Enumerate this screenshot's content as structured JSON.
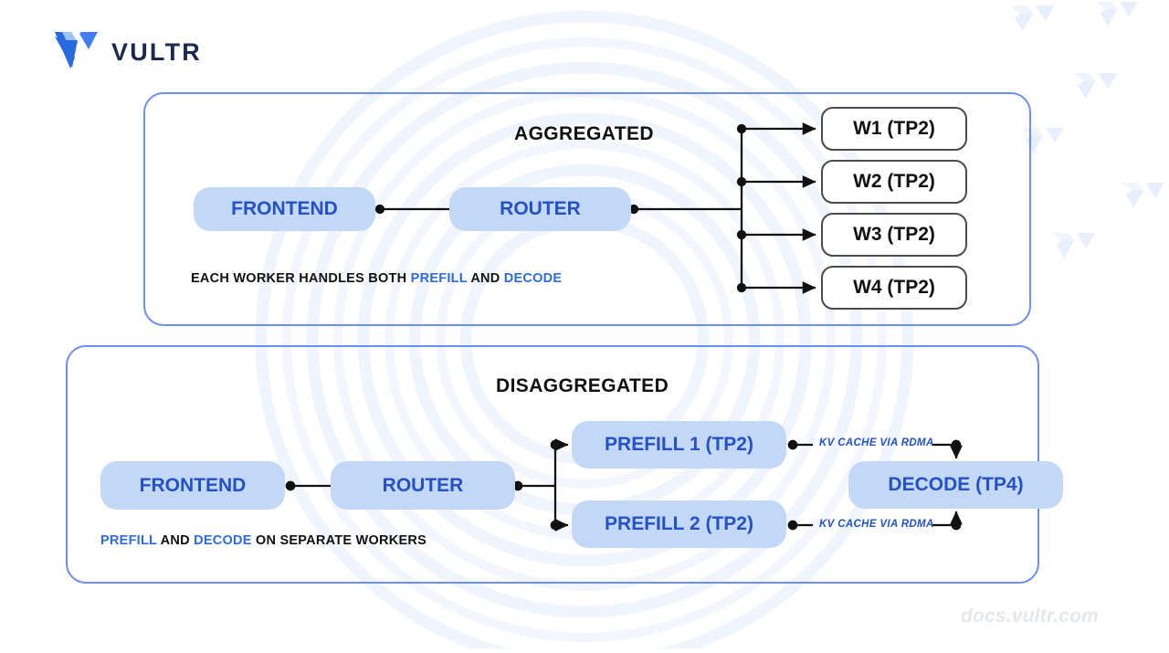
{
  "brand": {
    "wordmark": "VULTR",
    "logo_icon": "vultr-v-logo-icon",
    "watermark": "docs.vultr.com",
    "accent_blue": "#2451c4",
    "card_border_blue": "#6b8ef5",
    "node_fill_blue": "#c3d7f7",
    "worker_border_gray": "#4a4a4a"
  },
  "aggregated": {
    "title": "AGGREGATED",
    "frontend": "FRONTEND",
    "router": "ROUTER",
    "workers": [
      {
        "label": "W1 (TP2)"
      },
      {
        "label": "W2 (TP2)"
      },
      {
        "label": "W3 (TP2)"
      },
      {
        "label": "W4 (TP2)"
      }
    ],
    "caption": {
      "part1": "EACH WORKER HANDLES BOTH ",
      "hl1": "PREFILL",
      "part2": " AND ",
      "hl2": "DECODE",
      "part3": ""
    }
  },
  "disaggregated": {
    "title": "DISAGGREGATED",
    "frontend": "FRONTEND",
    "router": "ROUTER",
    "prefill_1": "PREFILL 1 (TP2)",
    "prefill_2": "PREFILL 2 (TP2)",
    "decode": "DECODE (TP4)",
    "rdma_top": "KV CACHE VIA RDMA",
    "rdma_bottom": "KV CACHE VIA RDMA",
    "caption": {
      "part1": "",
      "hl1": "PREFILL",
      "part2": " AND ",
      "hl2": "DECODE",
      "part3": " ON SEPARATE WORKERS"
    }
  }
}
